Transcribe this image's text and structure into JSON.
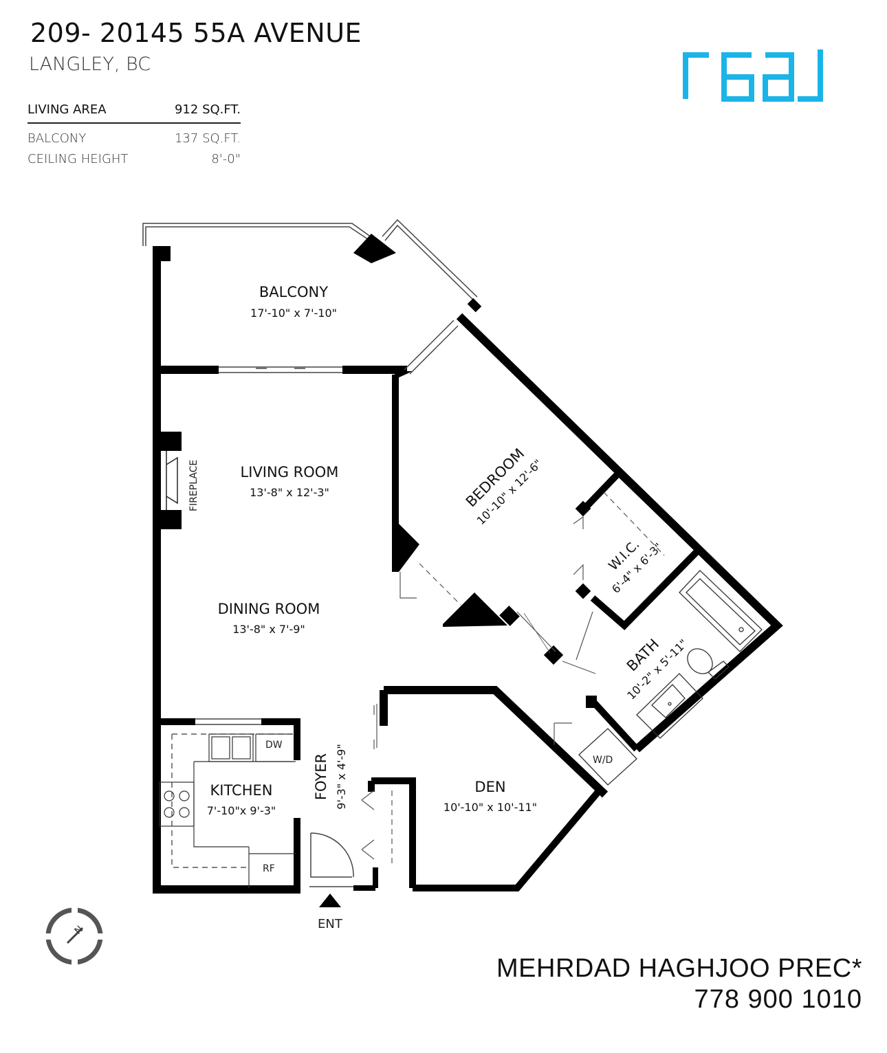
{
  "header": {
    "address": "209- 20145 55A AVENUE",
    "city": "LANGLEY, BC"
  },
  "stats": [
    {
      "label": "LIVING AREA",
      "value": "912 SQ.FT."
    },
    {
      "label": "BALCONY",
      "value": "137 SQ.FT."
    },
    {
      "label": "CEILING HEIGHT",
      "value": "8'-0\""
    }
  ],
  "brand": {
    "logo_text": "real",
    "color": "#1bb4e8"
  },
  "rooms": {
    "balcony": {
      "name": "BALCONY",
      "dims": "17'-10\" x 7'-10\""
    },
    "living": {
      "name": "LIVING ROOM",
      "dims": "13'-8\" x 12'-3\""
    },
    "dining": {
      "name": "DINING ROOM",
      "dims": "13'-8\" x 7'-9\""
    },
    "bedroom": {
      "name": "BEDROOM",
      "dims": "10'-10\" x 12'-6\""
    },
    "wic": {
      "name": "W.I.C.",
      "dims": "6'-4\" x 6'-3\""
    },
    "bath": {
      "name": "BATH",
      "dims": "10'-2\" x 5'-11\""
    },
    "kitchen": {
      "name": "KITCHEN",
      "dims": "7'-10\"x 9'-3\""
    },
    "foyer": {
      "name": "FOYER",
      "dims": "9'-3\" x 4'-9\""
    },
    "den": {
      "name": "DEN",
      "dims": "10'-10\" x 10'-11\""
    }
  },
  "fixtures": {
    "fireplace": "FIREPLACE",
    "dishwasher": "DW",
    "fridge": "RF",
    "washer_dryer": "W/D",
    "entry": "ENT",
    "compass": "N"
  },
  "agent": {
    "name": "MEHRDAD HAGHJOO PREC*",
    "phone": "778 900 1010"
  }
}
